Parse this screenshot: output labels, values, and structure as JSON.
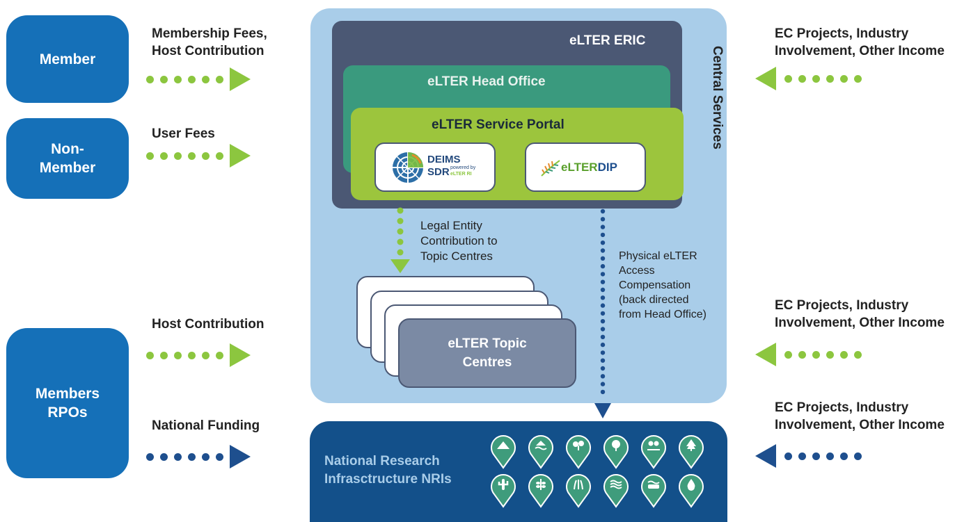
{
  "actors": {
    "member": "Member",
    "non_member_line1": "Non-",
    "non_member_line2": "Member",
    "members_rpos_line1": "Members",
    "members_rpos_line2": "RPOs"
  },
  "left_flows": {
    "membership_line1": "Membership Fees,",
    "membership_line2": "Host Contribution",
    "user_fees": "User Fees",
    "host_contribution": "Host Contribution",
    "national_funding": "National Funding"
  },
  "right_flows": {
    "top_line1": "EC Projects, Industry",
    "top_line2": "Involvement, Other Income",
    "mid_line1": "EC Projects, Industry",
    "mid_line2": "Involvement, Other Income",
    "bottom_line1": "EC Projects, Industry",
    "bottom_line2": "Involvement, Other Income"
  },
  "central": {
    "central_services": "Central Services",
    "eric": "eLTER ERIC",
    "head_office": "eLTER Head Office",
    "service_portal": "eLTER Service Portal",
    "deims_main": "DEIMS",
    "deims_sub": "SDR",
    "deims_powered": "powered by",
    "deims_brand": "eLTER RI",
    "dip_part1": "eLTER",
    "dip_part2": "DIP",
    "topic_line1": "eLTER Topic",
    "topic_line2": "Centres"
  },
  "connectors": {
    "legal_line1": "Legal Entity",
    "legal_line2": "Contribution to",
    "legal_line3": "Topic Centres",
    "physical_line1": "Physical eLTER",
    "physical_line2": "Access",
    "physical_line3": "Compensation",
    "physical_line4": "(back directed",
    "physical_line5": "from Head Office)"
  },
  "nri": {
    "line1": "National Research",
    "line2": "Infrasctructure NRIs",
    "icons": [
      "mountain-icon",
      "lake-icon",
      "forest-icon",
      "broadleaf-tree-icon",
      "wetland-trees-icon",
      "conifer-icon",
      "cactus-icon",
      "crop-icon",
      "grassland-icon",
      "river-icon",
      "coastal-icon",
      "water-drop-icon"
    ]
  },
  "colors": {
    "actor_blue": "#1570b8",
    "flow_green": "#8cc63f",
    "flow_navy": "#1e4f8e",
    "central_light_blue": "#a9cde9",
    "eric_slate": "#4b5874",
    "head_office_teal": "#3a9a7e",
    "portal_green": "#9cc53d",
    "nri_navy": "#13508a",
    "pin_green": "#3f9c7c"
  }
}
